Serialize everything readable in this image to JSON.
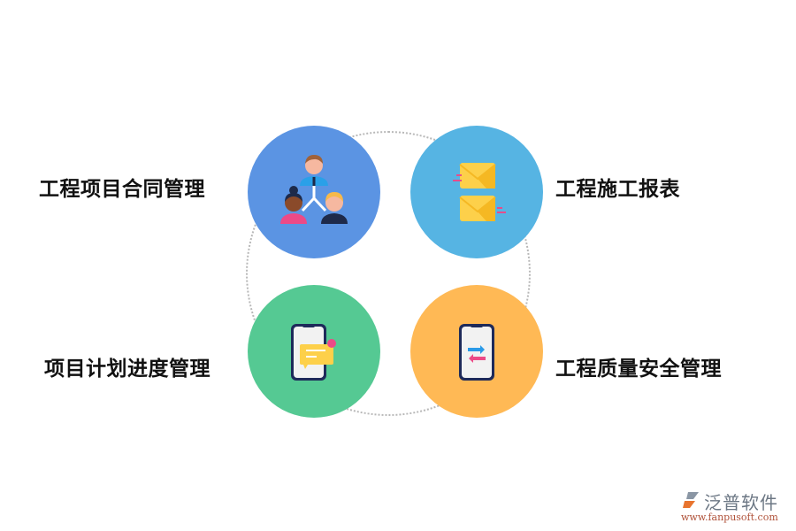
{
  "items": [
    {
      "label": "工程项目合同管理",
      "icon": "team-hierarchy-icon",
      "color": "#5b94e3"
    },
    {
      "label": "工程施工报表",
      "icon": "mail-envelopes-icon",
      "color": "#56b4e3"
    },
    {
      "label": "项目计划进度管理",
      "icon": "phone-message-icon",
      "color": "#55c993"
    },
    {
      "label": "工程质量安全管理",
      "icon": "phone-transfer-icon",
      "color": "#ffb955"
    }
  ],
  "logo": {
    "name": "泛普软件",
    "url": "www.fanpusoft.com"
  }
}
